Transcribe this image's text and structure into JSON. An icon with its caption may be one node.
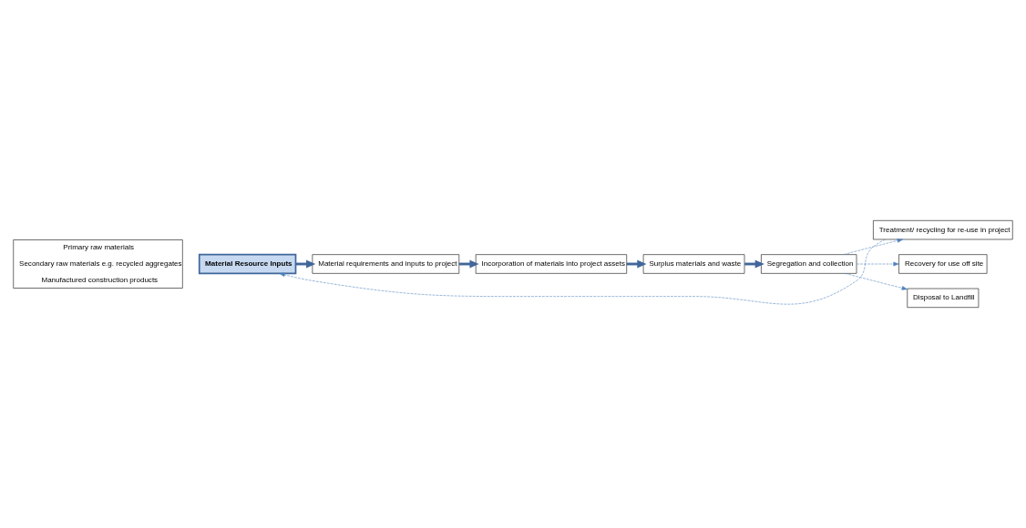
{
  "diagram": {
    "nodes": [
      {
        "text": [
          "Primary raw materials",
          "Secondary raw materials e.g. recycled aggregates",
          "Manufactured construction products"
        ]
      },
      {
        "text": [
          "Material Resource Inputs"
        ]
      },
      {
        "text": [
          "Material requirements and inputs to project"
        ]
      },
      {
        "text": [
          "Incorporation of materials into project assets"
        ]
      },
      {
        "text": [
          "Surplus materials and waste"
        ]
      },
      {
        "text": [
          "Segregation and collection"
        ]
      },
      {
        "text": [
          "Treatment/ recycling for re-use in project"
        ]
      },
      {
        "text": [
          "Recovery for use off site"
        ]
      },
      {
        "text": [
          "Disposal to Landfill"
        ]
      }
    ],
    "edges": [
      {
        "from": 1,
        "to": 2,
        "arrow": "to",
        "style": "thick"
      },
      {
        "from": 2,
        "to": 3,
        "arrow": "to",
        "style": "thick"
      },
      {
        "from": 3,
        "to": 4,
        "arrow": "to",
        "style": "thick"
      },
      {
        "from": 4,
        "to": 5,
        "arrow": "to",
        "style": "thick"
      },
      {
        "from": 5,
        "to": 6,
        "arrow": "to",
        "style": "dashed",
        "color": "#4f81bd"
      },
      {
        "from": 6,
        "to": 1,
        "arrow": "to",
        "style": "dashed",
        "color": "#4f81bd"
      },
      {
        "from": 5,
        "to": 7,
        "arrow": "to",
        "style": "dashed",
        "color": "#4f81bd"
      },
      {
        "from": 5,
        "to": 8,
        "arrow": "to",
        "style": "dashed",
        "color": "#4f81bd"
      }
    ]
  }
}
